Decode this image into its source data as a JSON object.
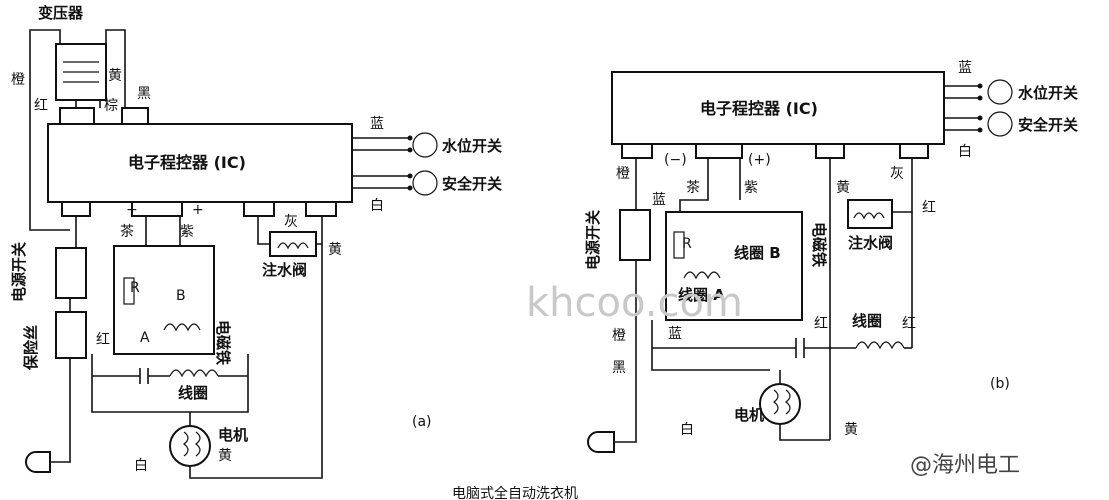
{
  "diagram_a": {
    "controller": "电子程控器 (IC)",
    "transformer": "变压器",
    "water_level_switch": "水位开关",
    "safety_switch": "安全开关",
    "power_switch": "电源开关",
    "fuse": "保险丝",
    "solenoid": "电磁铁",
    "inlet_valve": "注水阀",
    "coil": "线圈",
    "motor": "电机",
    "label_a": "(a)",
    "res_r": "R",
    "coil_b": "B",
    "coil_a": "A",
    "minus": "−",
    "plus": "+",
    "c_orange": "橙",
    "c_red": "红",
    "c_brown_top": "棕",
    "c_black": "黑",
    "c_yellow_tr": "黄",
    "c_blue": "蓝",
    "c_white": "白",
    "c_tea": "茶",
    "c_purple": "紫",
    "c_grey": "灰",
    "c_yellow_valve": "黄",
    "c_red_left": "红",
    "c_white_bottom": "白",
    "c_yellow_motor": "黄"
  },
  "diagram_b": {
    "controller": "电子程控器 (IC)",
    "water_level_switch": "水位开关",
    "safety_switch": "安全开关",
    "power_switch": "电源开关",
    "solenoid": "电磁铁",
    "inlet_valve": "注水阀",
    "coil": "线圈",
    "coil_b_label": "线圈 B",
    "coil_a_label": "线圈 A",
    "motor": "电机",
    "label_b": "(b)",
    "res_r": "R",
    "minus": "(−)",
    "plus": "(+)",
    "c_blue_top": "蓝",
    "c_white": "白",
    "c_orange": "橙",
    "c_blue_left": "蓝",
    "c_tea": "茶",
    "c_purple": "紫",
    "c_yellow": "黄",
    "c_grey": "灰",
    "c_red_valve": "红",
    "c_orange_low": "橙",
    "c_black": "黑",
    "c_blue_mid": "蓝",
    "c_red_1": "红",
    "c_red_2": "红",
    "c_white_bottom": "白",
    "c_yellow_bottom": "黄"
  },
  "watermark": "khcoo.com",
  "credit": "@海州电工",
  "caption": "电脑式全自动洗衣机"
}
